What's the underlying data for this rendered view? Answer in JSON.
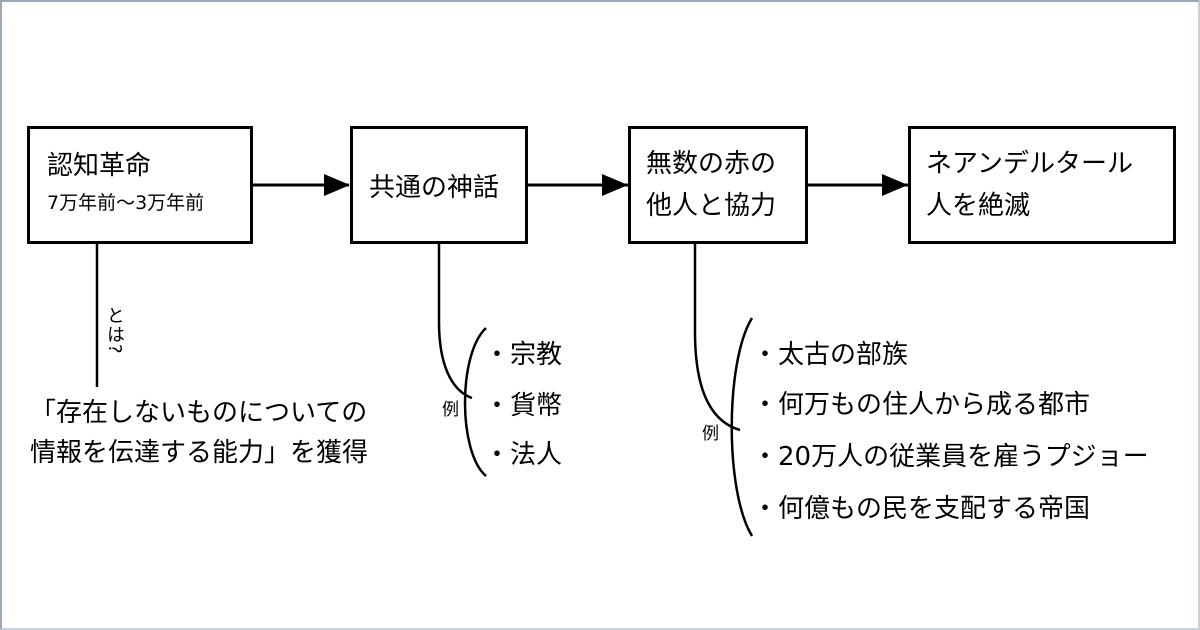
{
  "flow": {
    "cognitive_revolution": {
      "title": "認知革命",
      "period": "7万年前〜3万年前"
    },
    "shared_myth": {
      "title": "共通の神話"
    },
    "cooperation": {
      "line1": "無数の赤の",
      "line2": "他人と協力"
    },
    "neanderthal": {
      "line1": "ネアンデルタール",
      "line2": "人を絶滅"
    }
  },
  "definition": {
    "connector_label": "とは?",
    "line1": "「存在しないものについての",
    "line2": "情報を伝達する能力」を獲得"
  },
  "myth_examples": {
    "label": "例",
    "items": [
      "・宗教",
      "・貨幣",
      "・法人"
    ]
  },
  "cooperation_examples": {
    "label": "例",
    "items": [
      "・太古の部族",
      "・何万もの住人から成る都市",
      "・20万人の従業員を雇うプジョー",
      "・何億もの民を支配する帝国"
    ]
  }
}
